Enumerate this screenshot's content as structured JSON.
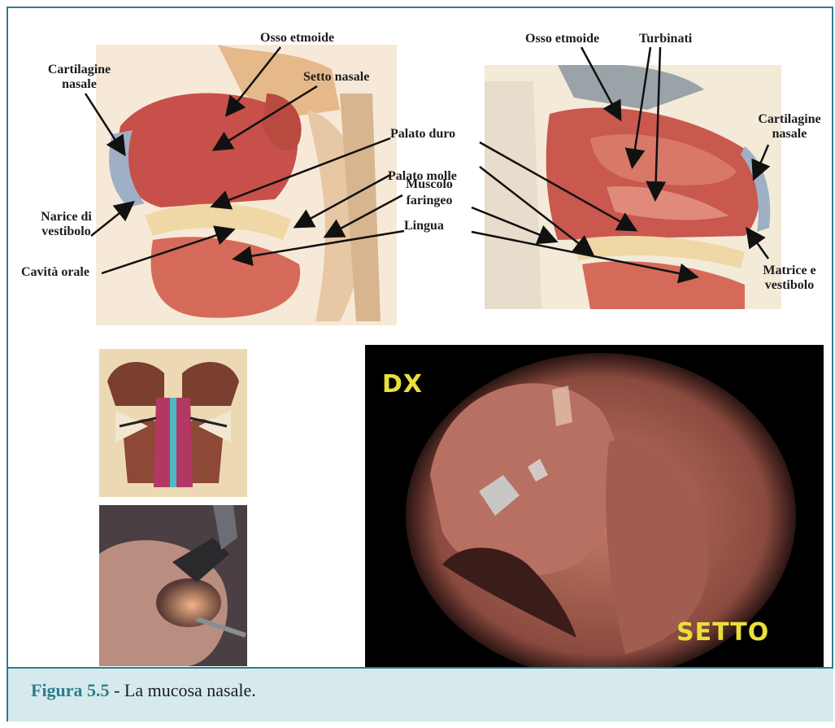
{
  "labels": {
    "left": {
      "osso_etmoide": "Osso etmoide",
      "cartilagine_line1": "Cartilagine",
      "cartilagine_line2": "nasale",
      "setto_nasale": "Setto nasale",
      "narice_line1": "Narice di",
      "narice_line2": "vestibolo",
      "cavita_orale": "Cavità orale"
    },
    "middle": {
      "palato_duro": "Palato duro",
      "palato_molle": "Palato molle",
      "muscolo_line1": "Muscolo",
      "muscolo_line2": "faringeo",
      "lingua": "Lingua"
    },
    "right": {
      "osso_etmoide": "Osso etmoide",
      "turbinati": "Turbinati",
      "cartilagine_line1": "Cartilagine",
      "cartilagine_line2": "nasale",
      "matrice_line1": "Matrice e",
      "matrice_line2": "vestibolo"
    }
  },
  "endoscopy": {
    "dx": "DX",
    "setto": "SETTO"
  },
  "caption": {
    "figure": "Figura 5.5",
    "text": " - La mucosa nasale."
  },
  "colors": {
    "accent": "#2e7d8c",
    "caption_bg": "#d6eaee",
    "endo_text": "#e8e03a"
  }
}
